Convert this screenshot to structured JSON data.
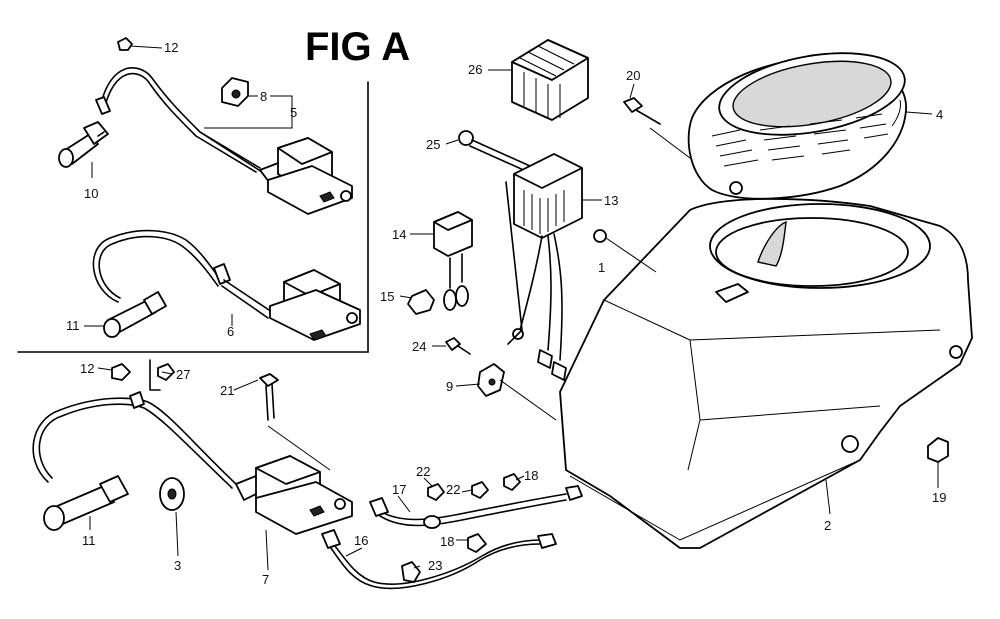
{
  "figure": {
    "title": "FIG A"
  },
  "callouts": [
    {
      "id": "c12a",
      "text": "12"
    },
    {
      "id": "c8",
      "text": "8"
    },
    {
      "id": "c5",
      "text": "5"
    },
    {
      "id": "c10",
      "text": "10"
    },
    {
      "id": "c11a",
      "text": "11"
    },
    {
      "id": "c6",
      "text": "6"
    },
    {
      "id": "c26",
      "text": "26"
    },
    {
      "id": "c20",
      "text": "20"
    },
    {
      "id": "c4",
      "text": "4"
    },
    {
      "id": "c25",
      "text": "25"
    },
    {
      "id": "c13",
      "text": "13"
    },
    {
      "id": "c14",
      "text": "14"
    },
    {
      "id": "c1",
      "text": "1"
    },
    {
      "id": "c15",
      "text": "15"
    },
    {
      "id": "c24",
      "text": "24"
    },
    {
      "id": "c9",
      "text": "9"
    },
    {
      "id": "c12b",
      "text": "12"
    },
    {
      "id": "c27",
      "text": "27"
    },
    {
      "id": "c21",
      "text": "21"
    },
    {
      "id": "c11b",
      "text": "11"
    },
    {
      "id": "c3",
      "text": "3"
    },
    {
      "id": "c7",
      "text": "7"
    },
    {
      "id": "c16",
      "text": "16"
    },
    {
      "id": "c17",
      "text": "17"
    },
    {
      "id": "c22a",
      "text": "22"
    },
    {
      "id": "c22b",
      "text": "22"
    },
    {
      "id": "c18a",
      "text": "18"
    },
    {
      "id": "c18b",
      "text": "18"
    },
    {
      "id": "c23",
      "text": "23"
    },
    {
      "id": "c2",
      "text": "2"
    },
    {
      "id": "c19",
      "text": "19"
    }
  ]
}
